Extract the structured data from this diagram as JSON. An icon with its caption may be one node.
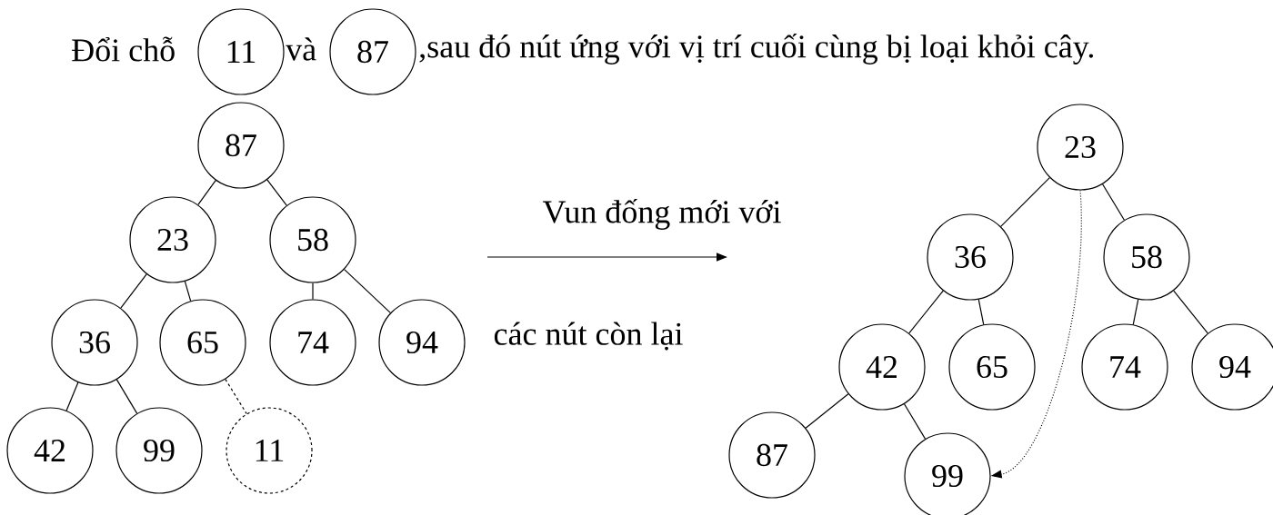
{
  "diagram": {
    "nodes": [
      {
        "text": [
          "11"
        ]
      },
      {
        "text": [
          "87"
        ]
      },
      {
        "text": [
          "87"
        ]
      },
      {
        "text": [
          "23"
        ]
      },
      {
        "text": [
          "58"
        ]
      },
      {
        "text": [
          "36"
        ]
      },
      {
        "text": [
          "65"
        ]
      },
      {
        "text": [
          "74"
        ]
      },
      {
        "text": [
          "94"
        ]
      },
      {
        "text": [
          "42"
        ]
      },
      {
        "text": [
          "99"
        ]
      },
      {
        "text": [
          "11"
        ]
      },
      {
        "text": [
          "23"
        ]
      },
      {
        "text": [
          "36"
        ]
      },
      {
        "text": [
          "58"
        ]
      },
      {
        "text": [
          "42"
        ]
      },
      {
        "text": [
          "65"
        ]
      },
      {
        "text": [
          "74"
        ]
      },
      {
        "text": [
          "94"
        ]
      },
      {
        "text": [
          "87"
        ]
      },
      {
        "text": [
          "99"
        ]
      }
    ],
    "edges": [
      {
        "from": 2,
        "to": 3,
        "arrow": "none"
      },
      {
        "from": 2,
        "to": 4,
        "arrow": "none"
      },
      {
        "from": 3,
        "to": 5,
        "arrow": "none"
      },
      {
        "from": 3,
        "to": 6,
        "arrow": "none"
      },
      {
        "from": 4,
        "to": 7,
        "arrow": "none"
      },
      {
        "from": 4,
        "to": 8,
        "arrow": "none"
      },
      {
        "from": 5,
        "to": 9,
        "arrow": "none"
      },
      {
        "from": 5,
        "to": 10,
        "arrow": "none"
      },
      {
        "from": 6,
        "to": 11,
        "arrow": "none",
        "style": "dashed"
      },
      {
        "from": 12,
        "to": 13,
        "arrow": "none"
      },
      {
        "from": 12,
        "to": 14,
        "arrow": "none"
      },
      {
        "from": 13,
        "to": 15,
        "arrow": "none"
      },
      {
        "from": 13,
        "to": 16,
        "arrow": "none"
      },
      {
        "from": 14,
        "to": 17,
        "arrow": "none"
      },
      {
        "from": 14,
        "to": 18,
        "arrow": "none"
      },
      {
        "from": 15,
        "to": 19,
        "arrow": "none"
      },
      {
        "from": 15,
        "to": 20,
        "arrow": "none"
      },
      {
        "from": 12,
        "to": 20,
        "arrow": "to",
        "style": "dashed"
      }
    ],
    "labels": [
      "Đổi chỗ",
      "và",
      ",sau đó nút ứng với vị trí cuối cùng bị loại khỏi cây.",
      "Vun đống mới với",
      "các nút còn lại"
    ]
  }
}
